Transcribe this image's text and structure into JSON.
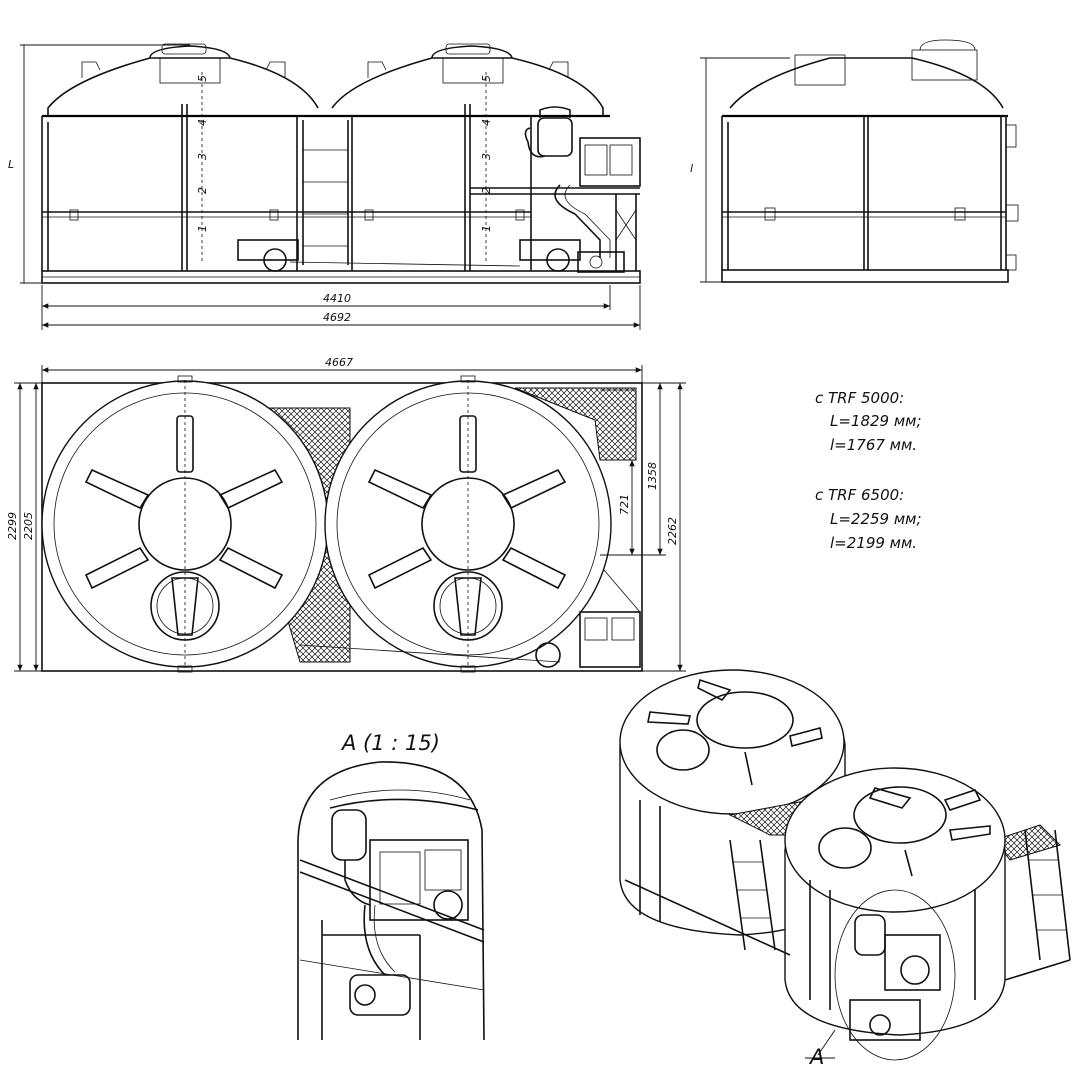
{
  "dimensions": {
    "front_inner_length": "4410",
    "front_total_length": "4692",
    "plan_length": "4667",
    "plan_width_outer": "2299",
    "plan_width_inner": "2205",
    "platform_depth": "1358",
    "platform_offset": "721",
    "plan_width_right": "2262",
    "front_height_label": "L",
    "side_height_label": "l"
  },
  "tank_scale_marks": [
    "5",
    "4",
    "3",
    "2",
    "1"
  ],
  "notes": {
    "trf5000": {
      "model": "с TRF 5000:",
      "L": "L=1829 мм;",
      "l": "l=1767 мм."
    },
    "trf6500": {
      "model": "с TRF 6500:",
      "L": "L=2259 мм;",
      "l": "l=2199 мм."
    }
  },
  "detail": {
    "title": "А (1 : 15)",
    "callout": "А"
  }
}
